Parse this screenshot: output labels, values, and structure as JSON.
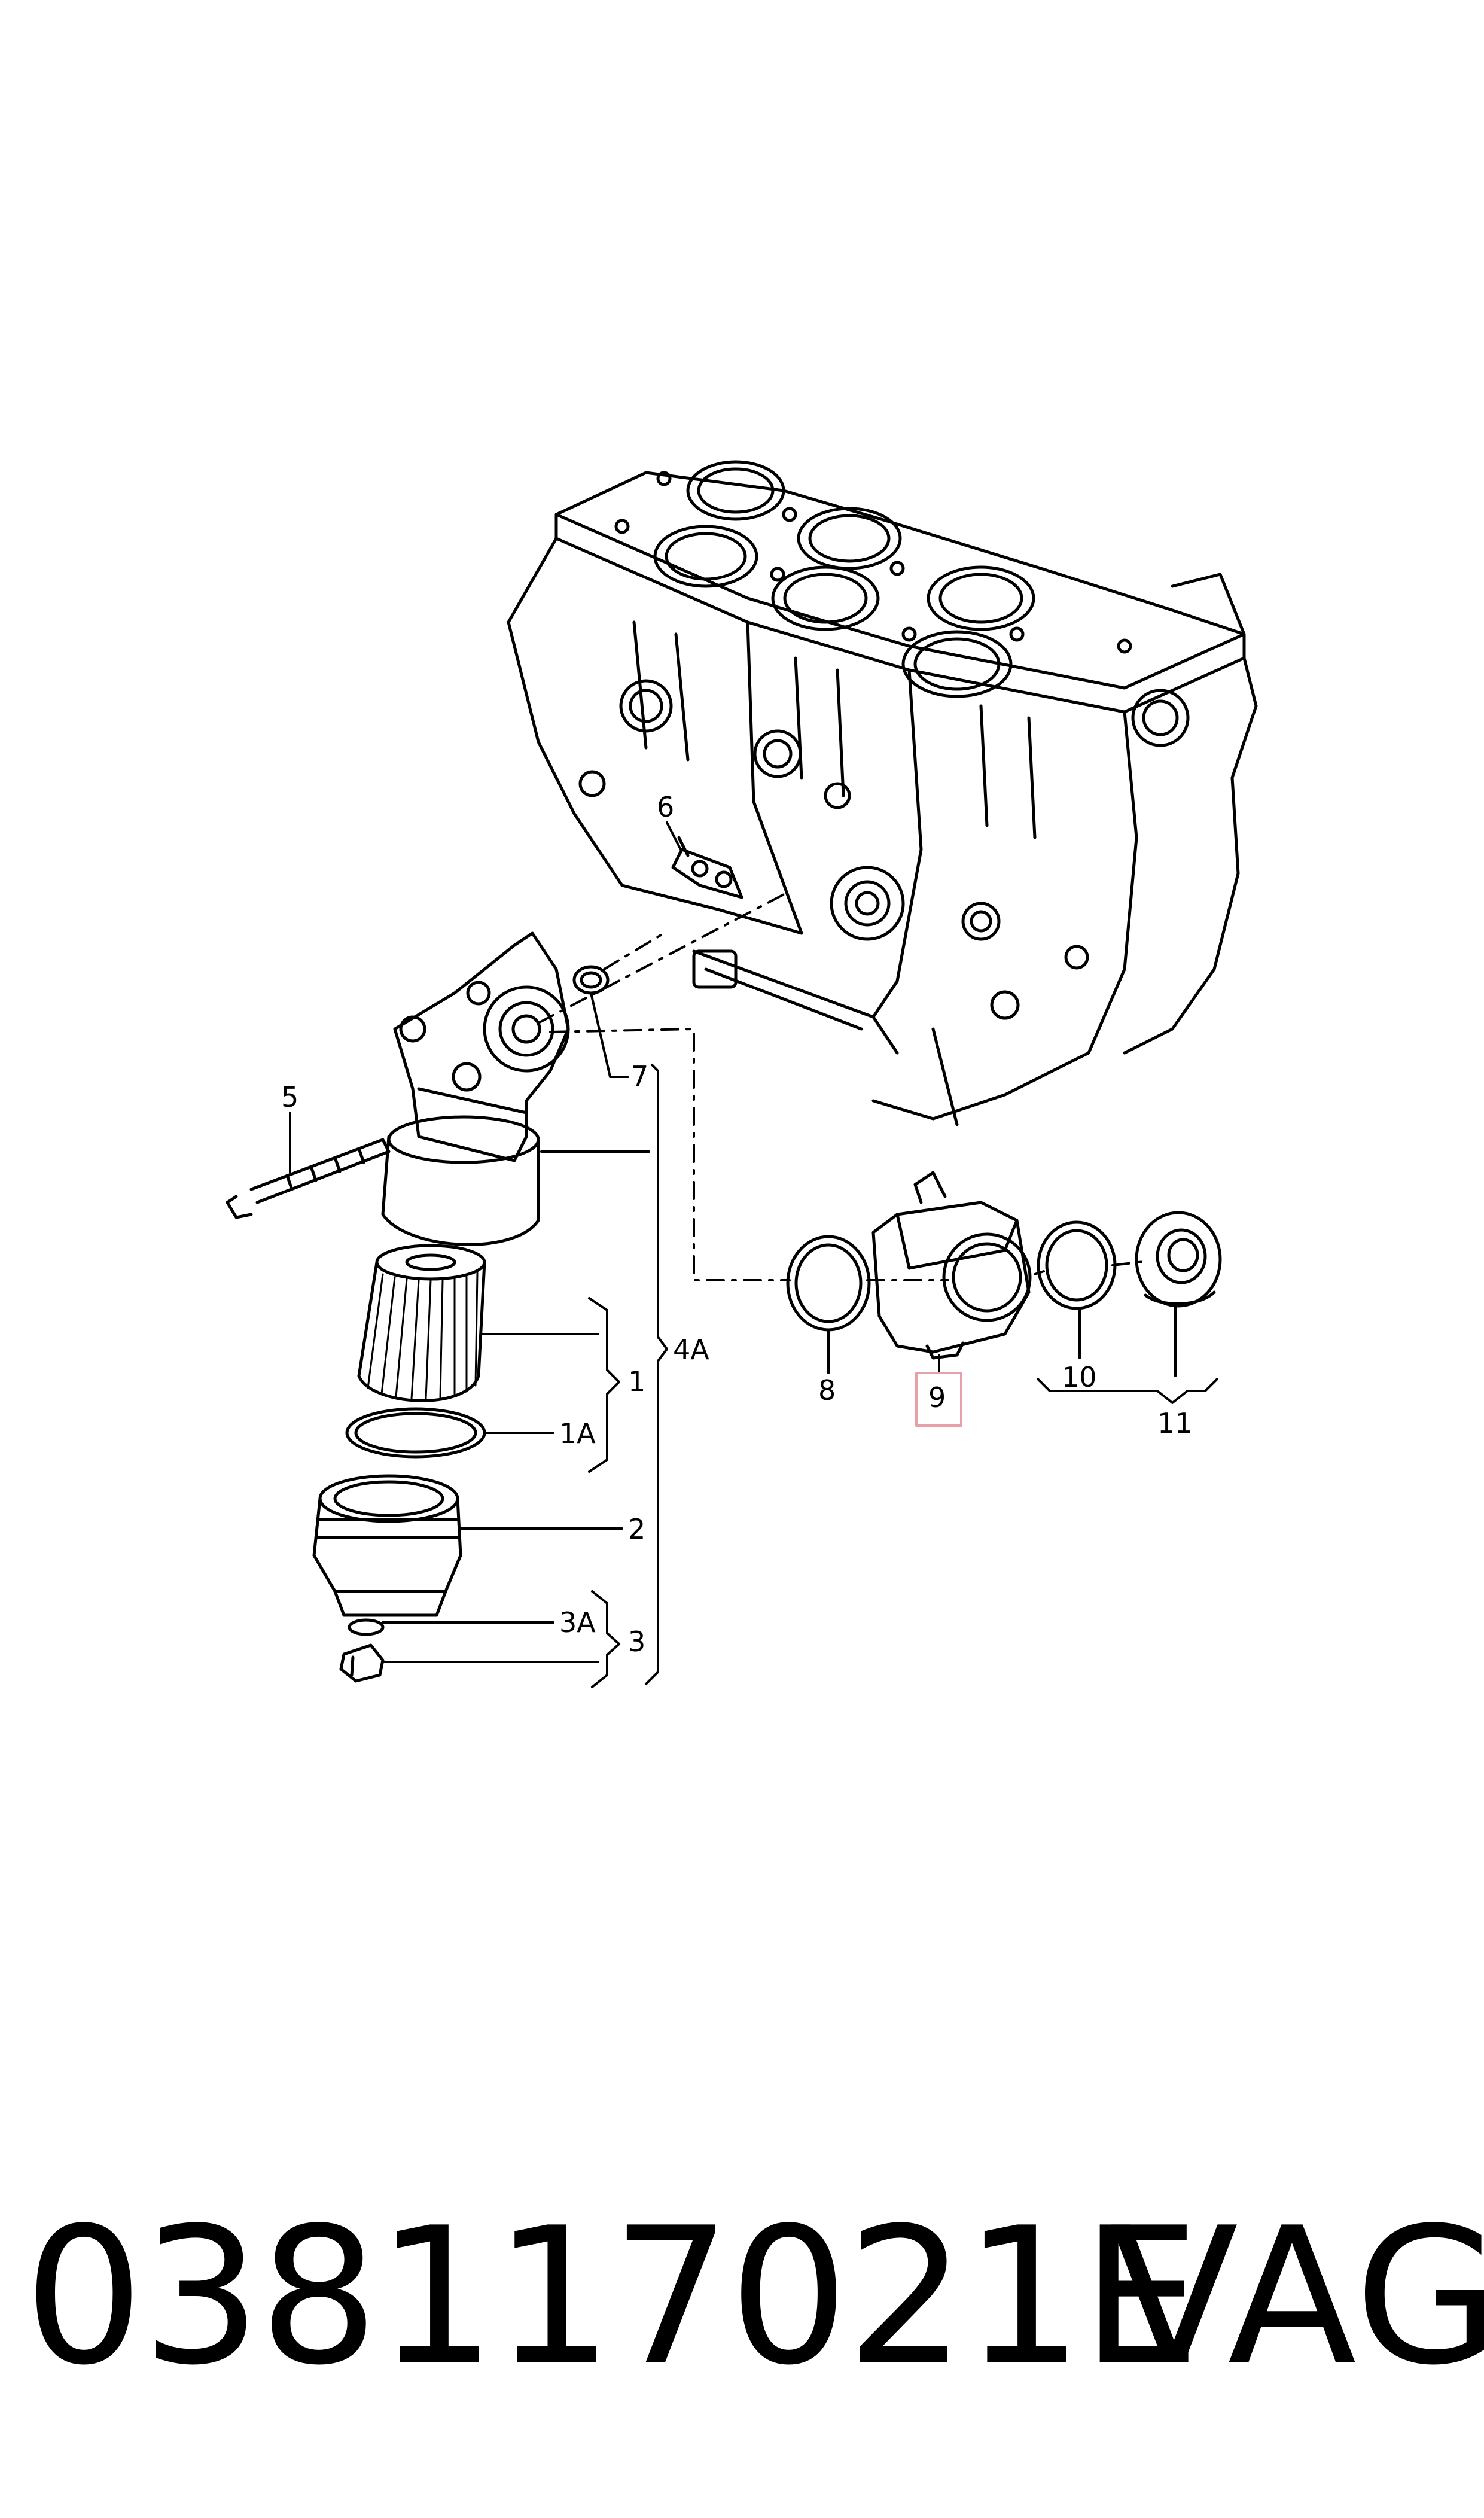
{
  "callouts": {
    "c1": "1",
    "c1a": "1A",
    "c2": "2",
    "c3": "3",
    "c3a": "3A",
    "c4a": "4A",
    "c5": "5",
    "c6": "6",
    "c7": "7",
    "c8": "8",
    "c9": "9",
    "c10": "10",
    "c11": "11"
  },
  "highlight_color": "#e8a0a8",
  "footer": {
    "part_number": "038117021E",
    "brand": "VAG"
  }
}
